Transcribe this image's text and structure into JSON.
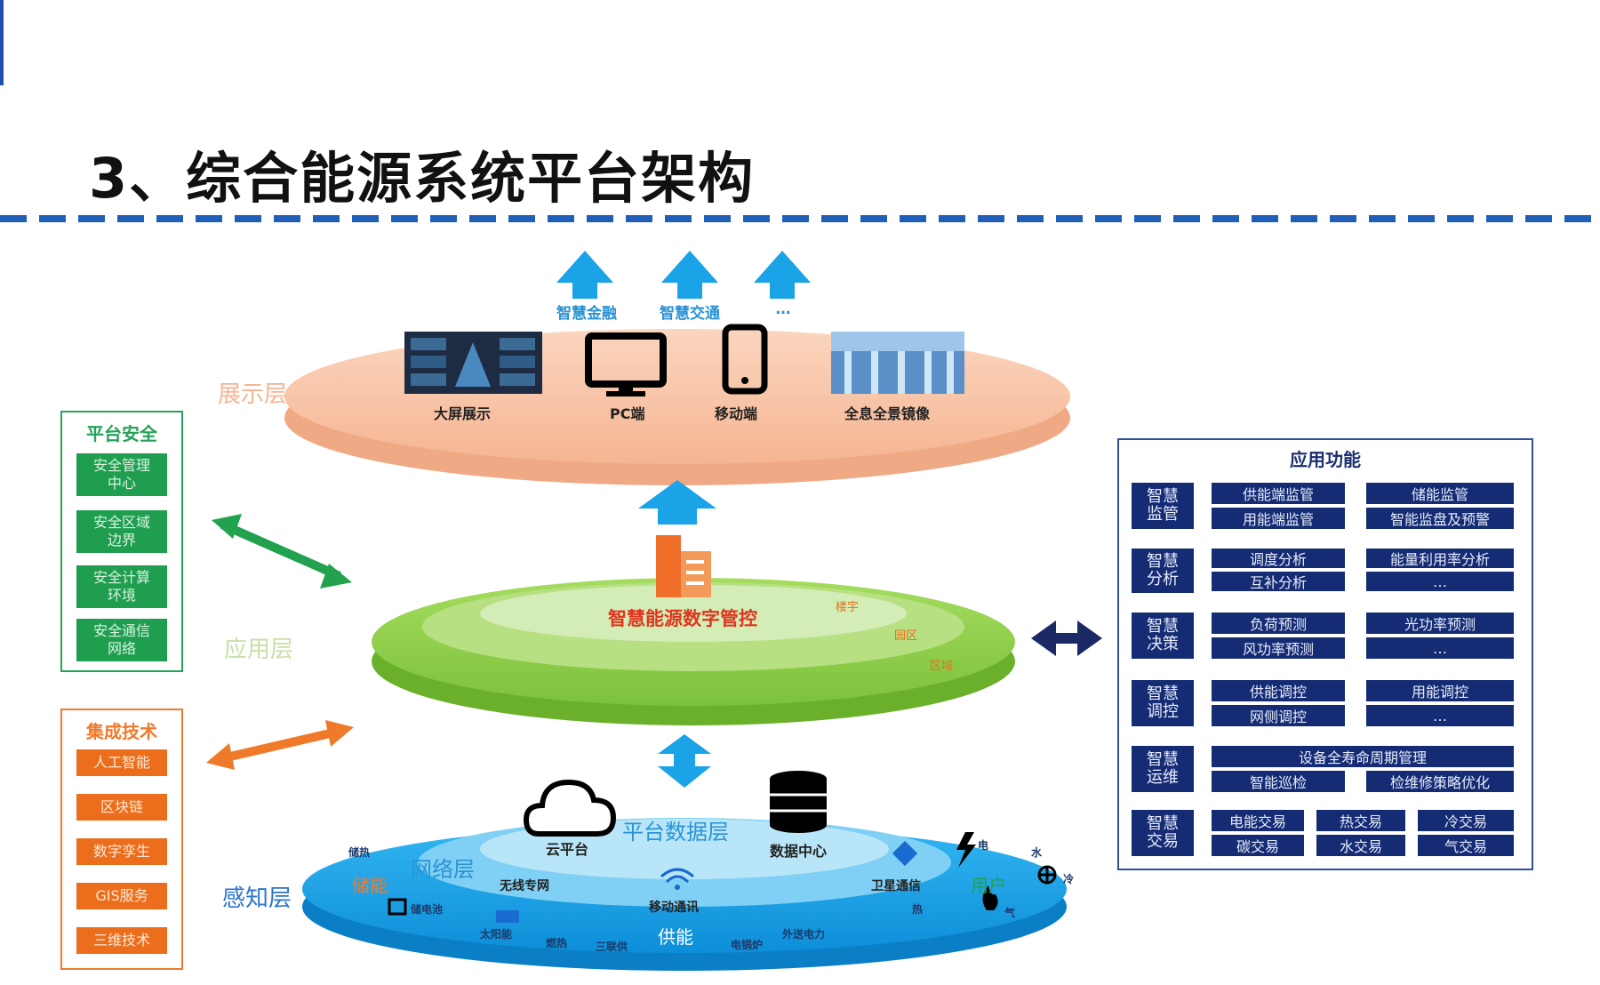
{
  "page": {
    "title": "3、综合能源系统平台架构"
  },
  "colors": {
    "display_layer": "#f6c6a8",
    "app_layer": "#8ccf4a",
    "sense_layer": "#1da6e8",
    "accent_blue": "#1f5fb8",
    "dark_navy": "#152c74"
  },
  "top_outputs": [
    "智慧金融",
    "智慧交通",
    "…"
  ],
  "display_layer": {
    "label": "展示层",
    "items": [
      "大屏展示",
      "PC端",
      "移动端",
      "全息全景镜像"
    ]
  },
  "app_layer": {
    "label": "应用层",
    "center": "智慧能源数字管控",
    "rings": [
      "楼宇",
      "园区",
      "区域"
    ]
  },
  "sense_layer": {
    "label": "感知层",
    "platform_data": "平台数据层",
    "cloud": "云平台",
    "data_center": "数据中心",
    "network": "网络层",
    "wireless": "无线专网",
    "mobile": "移动通讯",
    "satellite": "卫星通信",
    "storage": "储能",
    "supply": "供能",
    "user": "用户",
    "small_labels": [
      "储热",
      "储电池",
      "太阳能",
      "燃热",
      "三联供",
      "电锅炉",
      "外送电力",
      "电",
      "水",
      "冷",
      "热",
      "气"
    ]
  },
  "security": {
    "title": "平台安全",
    "items": [
      "安全管理\n中心",
      "安全区域\n边界",
      "安全计算\n环境",
      "安全通信\n网络"
    ]
  },
  "integration": {
    "title": "集成技术",
    "items": [
      "人工智能",
      "区块链",
      "数字孪生",
      "GIS服务",
      "三维技术"
    ]
  },
  "functions": {
    "title": "应用功能",
    "rows": [
      {
        "cat": "智慧\n监管",
        "items": [
          "供能端监管",
          "储能监管",
          "用能端监管",
          "智能监盘及预警"
        ]
      },
      {
        "cat": "智慧\n分析",
        "items": [
          "调度分析",
          "能量利用率分析",
          "互补分析",
          "…"
        ]
      },
      {
        "cat": "智慧\n决策",
        "items": [
          "负荷预测",
          "光功率预测",
          "风功率预测",
          "…"
        ]
      },
      {
        "cat": "智慧\n调控",
        "items": [
          "供能调控",
          "用能调控",
          "网侧调控",
          "…"
        ]
      },
      {
        "cat": "智慧\n运维",
        "items": [
          "设备全寿命周期管理",
          "智能巡检",
          "检维修策略优化"
        ]
      },
      {
        "cat": "智慧\n交易",
        "items": [
          "电能交易",
          "热交易",
          "冷交易",
          "碳交易",
          "水交易",
          "气交易"
        ]
      }
    ]
  }
}
